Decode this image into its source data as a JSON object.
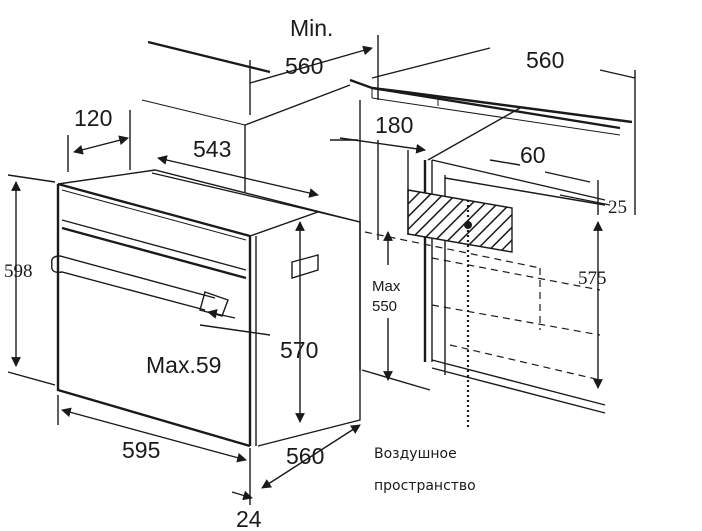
{
  "labels": {
    "min": "Min.",
    "niche_width_top": "560",
    "cabinet_width_right": "560",
    "panel_depth": "120",
    "oven_top_depth": "543",
    "cabinet_depth": "180",
    "back_gap": "60",
    "top_offset": "25",
    "niche_height": "575",
    "max_label": "Max",
    "max_value": "550",
    "oven_height": "598",
    "handle_projection": "Max.59",
    "inner_height": "570",
    "oven_width": "595",
    "oven_depth": "560",
    "front_thickness": "24",
    "air_space_line1": "Воздушное",
    "air_space_line2": "пространство"
  },
  "colors": {
    "ink": "#1a1a1a",
    "background": "#ffffff"
  }
}
